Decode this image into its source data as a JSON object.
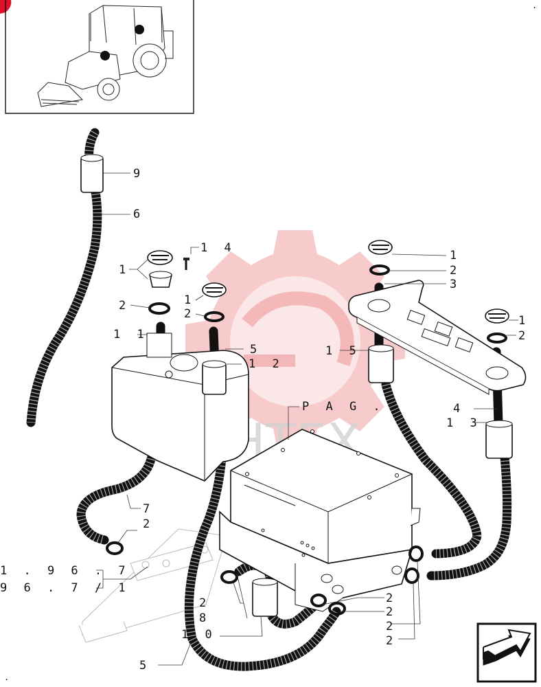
{
  "colors": {
    "watermark": "#f3b2b2",
    "watermark_text": "#cfcfcf",
    "ink": "#111111",
    "badge": "#e0102a"
  },
  "watermark": {
    "text": "IIHTEX"
  },
  "callouts": {
    "c9": "9",
    "c6": "6",
    "c14": "1 4",
    "c1a": "1",
    "c2a": "2",
    "c11": "1 1",
    "c1b": "1",
    "c2b": "2",
    "c5a": "5",
    "c12": "1 2",
    "c1c": "1",
    "c2c": "2",
    "c3": "3",
    "c1d": "1",
    "c2d": "2",
    "c15": "1 5",
    "c4": "4",
    "c13": "1 3",
    "pag": "P A G .",
    "c7": "7",
    "c2e": "2",
    "ref1": "1 . 9 6 . 7",
    "ref2": "9 6 . 7 / 1",
    "c2f": "2",
    "c8": "8",
    "c10": "1 0",
    "c5b": "5",
    "c2g": "2",
    "c2h": "2",
    "c2i": "2",
    "c2j": "2"
  },
  "icons": {
    "next": "next-page-arrow-icon",
    "machine": "backhoe-loader-icon"
  }
}
